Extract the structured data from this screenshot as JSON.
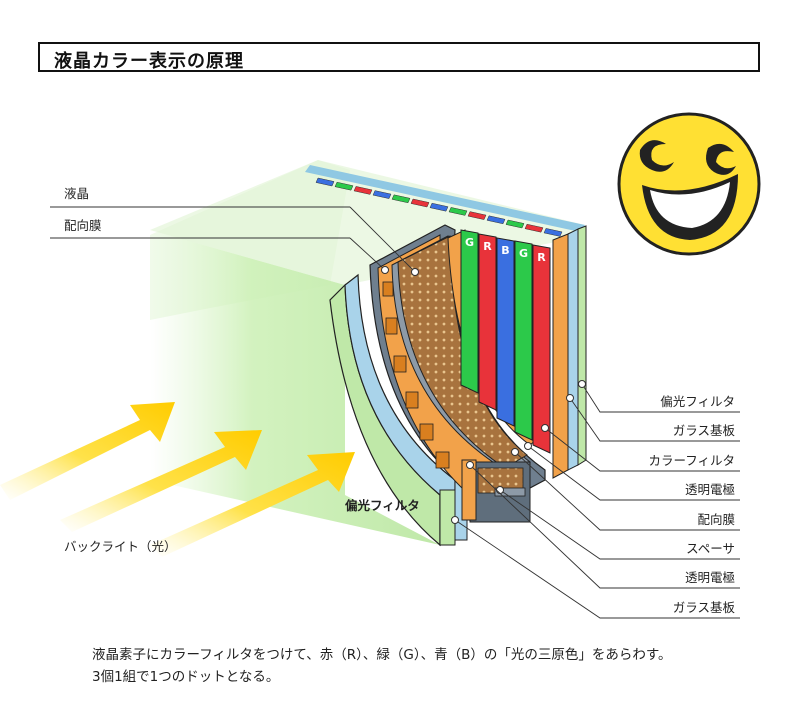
{
  "title": "液晶カラー表示の原理",
  "labels_left": {
    "liquid_crystal": "液晶",
    "alignment_film": "配向膜",
    "backlight": "バックライト（光）"
  },
  "labels_right": [
    "偏光フィルタ",
    "ガラス基板",
    "カラーフィルタ",
    "透明電極",
    "配向膜",
    "スペーサ",
    "透明電極",
    "ガラス基板"
  ],
  "front_label": "偏光フィルタ",
  "color_filter_letters": [
    "G",
    "R",
    "B",
    "G",
    "R"
  ],
  "caption": {
    "line1": "液晶素子にカラーフィルタをつけて、赤（R）、緑（G）、青（B）の「光の三原色」をあらわす。",
    "line2": "3個1組で1つのドットとなる。"
  },
  "colors": {
    "red": "#e8333a",
    "green": "#2cc94a",
    "blue": "#3a6fe0",
    "orange": "#f2a24a",
    "glass": "#a9d3ea",
    "polarizer": "#bfe8a8",
    "arrow": "#ffd200",
    "smiley": "#ffe033"
  }
}
